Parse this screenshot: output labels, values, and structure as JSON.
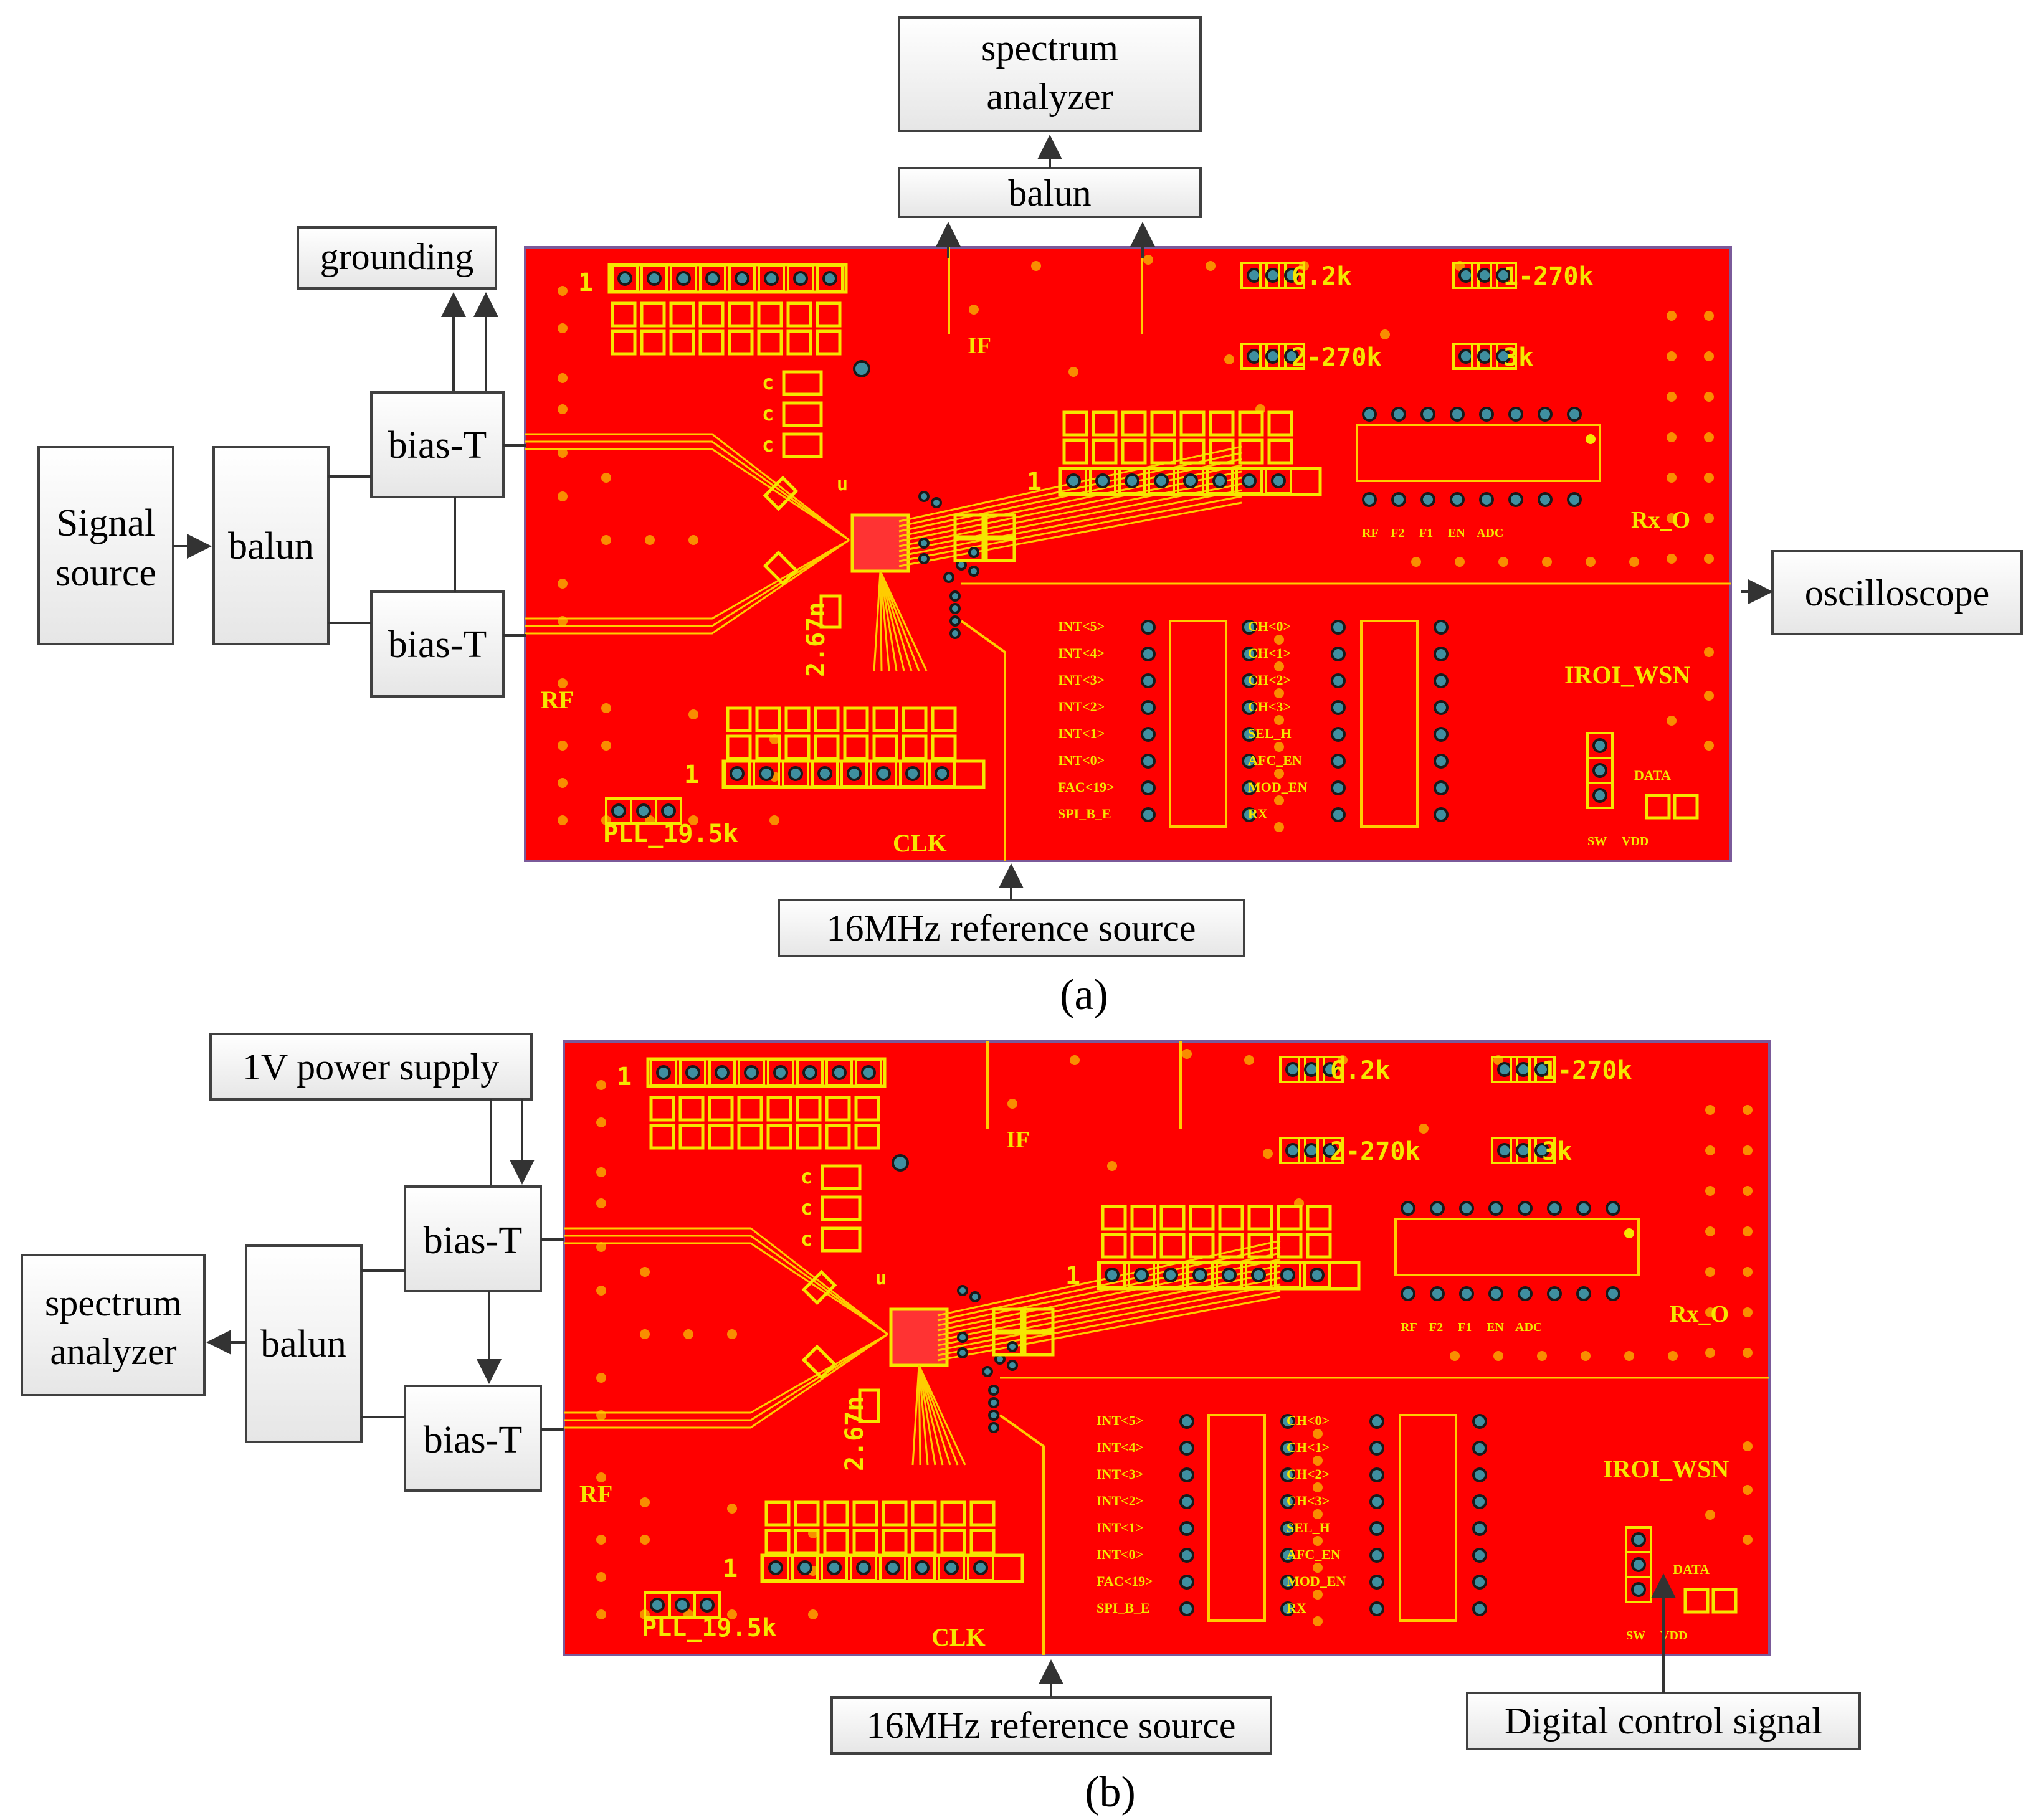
{
  "panel_a": {
    "caption": "(a)",
    "blocks": {
      "spectrum_analyzer_line1": "spectrum",
      "spectrum_analyzer_line2": "analyzer",
      "balun_top": "balun",
      "grounding": "grounding",
      "signal_source_line1": "Signal",
      "signal_source_line2": "source",
      "balun_left": "balun",
      "bias_t_top": "bias-T",
      "bias_t_bottom": "bias-T",
      "oscilloscope": "oscilloscope",
      "ref_source": "16MHz reference source"
    }
  },
  "panel_b": {
    "caption": "(b)",
    "blocks": {
      "power_supply": "1V power supply",
      "spectrum_analyzer_line1": "spectrum",
      "spectrum_analyzer_line2": "analyzer",
      "balun_left": "balun",
      "bias_t_top": "bias-T",
      "bias_t_bottom": "bias-T",
      "ref_source": "16MHz reference source",
      "digital_control": "Digital control signal"
    }
  },
  "pcb": {
    "labels": {
      "r_6_2k": "6.2k",
      "r_1_270k": "1-270k",
      "r_2_270k": "2-270k",
      "r_3k": "3k",
      "if": "IF",
      "rf": "RF",
      "rx_o": "Rx_O",
      "board_name": "IROI_WSN",
      "clk": "CLK",
      "pll": "PLL_19.5k",
      "inductor": "2.67n",
      "pin1": "1",
      "cap_c": "c",
      "cap_u": "u",
      "data": "DATA",
      "sw": "SW",
      "vdd": "VDD",
      "row_rf": "RF",
      "row_f2": "F2",
      "row_f1": "F1",
      "row_en": "EN",
      "row_adc": "ADC"
    },
    "left_pins": [
      "INT<5>",
      "INT<4>",
      "INT<3>",
      "INT<2>",
      "INT<1>",
      "INT<0>",
      "FAC<19>",
      "SPI_B_E"
    ],
    "right_pins": [
      "CH<0>",
      "CH<1>",
      "CH<2>",
      "CH<3>",
      "SEL_H",
      "AFC_EN",
      "MOD_EN",
      "RX"
    ]
  },
  "colors": {
    "board": "#ff0000",
    "silk": "#f5e600",
    "via": "#3f8fa0",
    "box_fill": "#f2f2f2",
    "line": "#404040"
  }
}
